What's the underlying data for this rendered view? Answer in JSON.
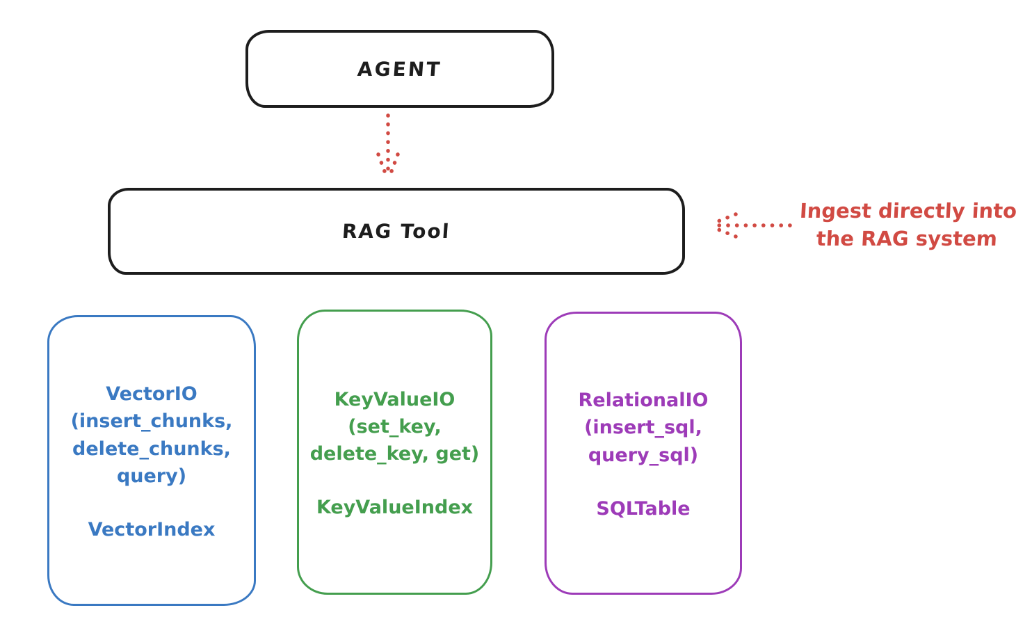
{
  "diagram": {
    "nodes": {
      "agent": {
        "label": "AGENT"
      },
      "rag_tool": {
        "label": "RAG Tool"
      }
    },
    "annotation": {
      "text": "Ingest directly into\nthe RAG system",
      "color": "#d14a43"
    },
    "arrows": [
      {
        "name": "agent-to-rag-tool",
        "style": "dotted",
        "direction": "down",
        "color": "#d14a43"
      },
      {
        "name": "ingest-into-rag-tool",
        "style": "dotted",
        "direction": "left",
        "color": "#d14a43"
      }
    ],
    "backends": [
      {
        "name": "vector-io",
        "color": "#3a79c2",
        "io_label": "VectorIO\n(insert_chunks,\ndelete_chunks,\nquery)",
        "index_label": "VectorIndex"
      },
      {
        "name": "keyvalue-io",
        "color": "#449e4e",
        "io_label": "KeyValueIO\n(set_key,\ndelete_key, get)",
        "index_label": "KeyValueIndex"
      },
      {
        "name": "relational-io",
        "color": "#9d3bb8",
        "io_label": "RelationalIO\n(insert_sql,\nquery_sql)",
        "index_label": "SQLTable"
      }
    ]
  }
}
